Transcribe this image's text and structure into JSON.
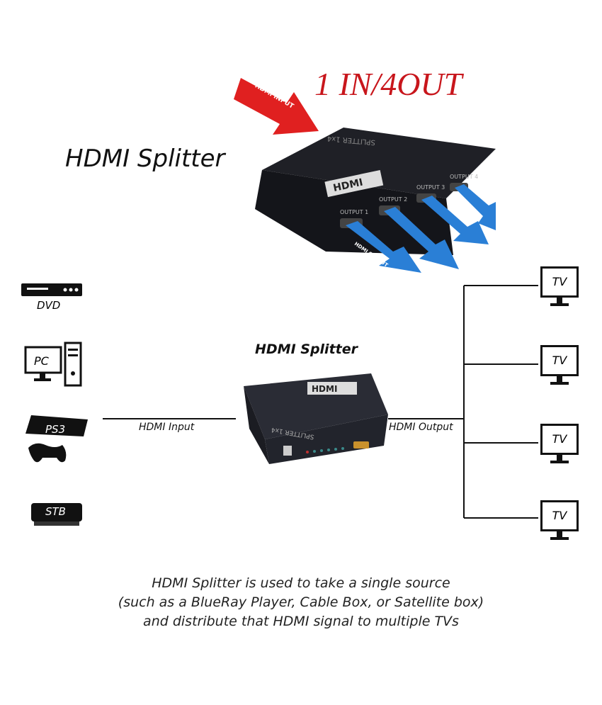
{
  "header": {
    "title": "HDMI Splitter",
    "ratio": "1 IN/4OUT"
  },
  "product": {
    "input_arrow": "HDMI INPUT",
    "output_arrow": "HDMI OUTPUT",
    "outputs": [
      "OUTPUT 1",
      "OUTPUT 2",
      "OUTPUT 3",
      "OUTPUT 4"
    ],
    "top_label": "SPLITTER 1x4",
    "logo": "HDMI"
  },
  "diagram": {
    "title": "HDMI Splitter",
    "sources": [
      "DVD",
      "PC",
      "PS3",
      "STB"
    ],
    "input_label": "HDMI Input",
    "output_label": "HDMI Output",
    "device_label": "SPLITTER 1x4",
    "tvs": [
      "TV",
      "TV",
      "TV",
      "TV"
    ]
  },
  "caption": [
    "HDMI Splitter is used to take a single source",
    "(such as a BlueRay Player, Cable Box, or Satellite box)",
    "and distribute that HDMI signal to multiple TVs"
  ],
  "colors": {
    "ratio": "#c8161c",
    "arrow_in": "#e02020",
    "arrow_out": "#2a7fd6",
    "device": "#1c1d22"
  }
}
